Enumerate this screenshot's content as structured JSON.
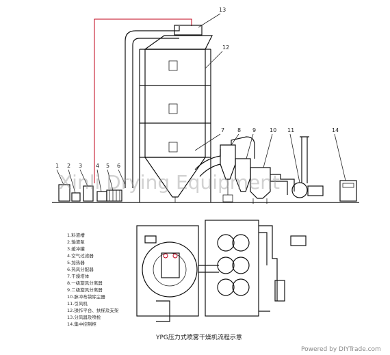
{
  "callouts": [
    {
      "id": "n1",
      "text": "1"
    },
    {
      "id": "n2",
      "text": "2"
    },
    {
      "id": "n3",
      "text": "3"
    },
    {
      "id": "n4",
      "text": "4"
    },
    {
      "id": "n5",
      "text": "5"
    },
    {
      "id": "n6",
      "text": "6"
    },
    {
      "id": "n7",
      "text": "7"
    },
    {
      "id": "n8",
      "text": "8"
    },
    {
      "id": "n9",
      "text": "9"
    },
    {
      "id": "n10",
      "text": "10"
    },
    {
      "id": "n11",
      "text": "11"
    },
    {
      "id": "n12",
      "text": "12"
    },
    {
      "id": "n13",
      "text": "13"
    },
    {
      "id": "n14",
      "text": "14"
    }
  ],
  "legend": [
    "1.料液槽",
    "2.输液泵",
    "3.缓冲罐",
    "4.空气过滤器",
    "5.加热器",
    "6.热风分配器",
    "7.干燥塔体",
    "8.一级旋风分离器",
    "9.二级旋风分离器",
    "10.脉冲布袋除尘器",
    "11.引风机",
    "12.操作平台、扶梯及支架",
    "13.分风器及喷枪",
    "14.集中控制柜"
  ],
  "caption": "YPG压力式喷雾干燥机流程示意",
  "watermark": "Xinli Drying Equipment",
  "footer_watermark": "Powered by DIYTrade.com",
  "colors": {
    "line": "#111111",
    "pipe_red": "#c0001a",
    "watermark": "#9a9a9a"
  }
}
